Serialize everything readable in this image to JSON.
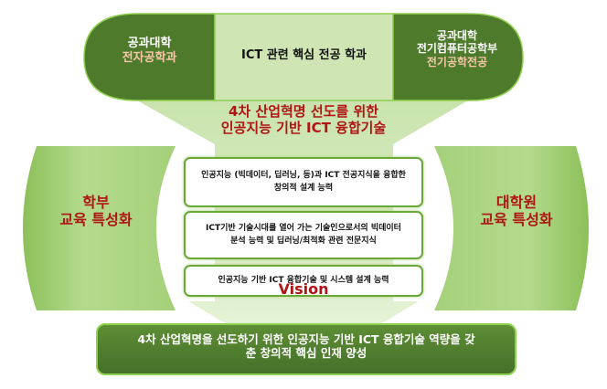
{
  "top_band": {
    "left": {
      "line1": "공과대학",
      "line2": "전자공학과"
    },
    "center": "ICT 관련 핵심 전공 학과",
    "right": {
      "line1": "공과대학",
      "line2": "전기컴퓨터공학부",
      "line3": "전기공학전공"
    }
  },
  "headline": {
    "line1": "4차 산업혁명 선도를 위한",
    "line2": "인공지능 기반 ICT 융합기술"
  },
  "left_side": {
    "line1": "학부",
    "line2": "교육 특성화"
  },
  "right_side": {
    "line1": "대학원",
    "line2": "교육 특성화"
  },
  "competencies": [
    {
      "line1": "인공지능 (빅데이터, 딥러닝, 등)과 ICT 전공지식을 융합한",
      "line2": "창의적 설계 능력"
    },
    {
      "line1": "ICT기반 기술시대를 열어 가는 기술인으로서의 빅데이터",
      "line2": "분석 능력 및 딥러닝/최적화 관련 전문지식"
    },
    {
      "line1": "인공지능 기반 ICT 융합기술 및 시스템 설계 능력"
    }
  ],
  "vision_label": "Vision",
  "vision_statement": {
    "line1": "4차 산업혁명을 선도하기 위한 인공지능 기반 ICT 융합기술 역량을 갖",
    "line2": "춘 창의적 핵심 인재 양성"
  },
  "colors": {
    "dark_green": "#4e7a2c",
    "light_green": "#cfe6b4",
    "side_green": "#a9d37d",
    "accent_red": "#b01414"
  }
}
